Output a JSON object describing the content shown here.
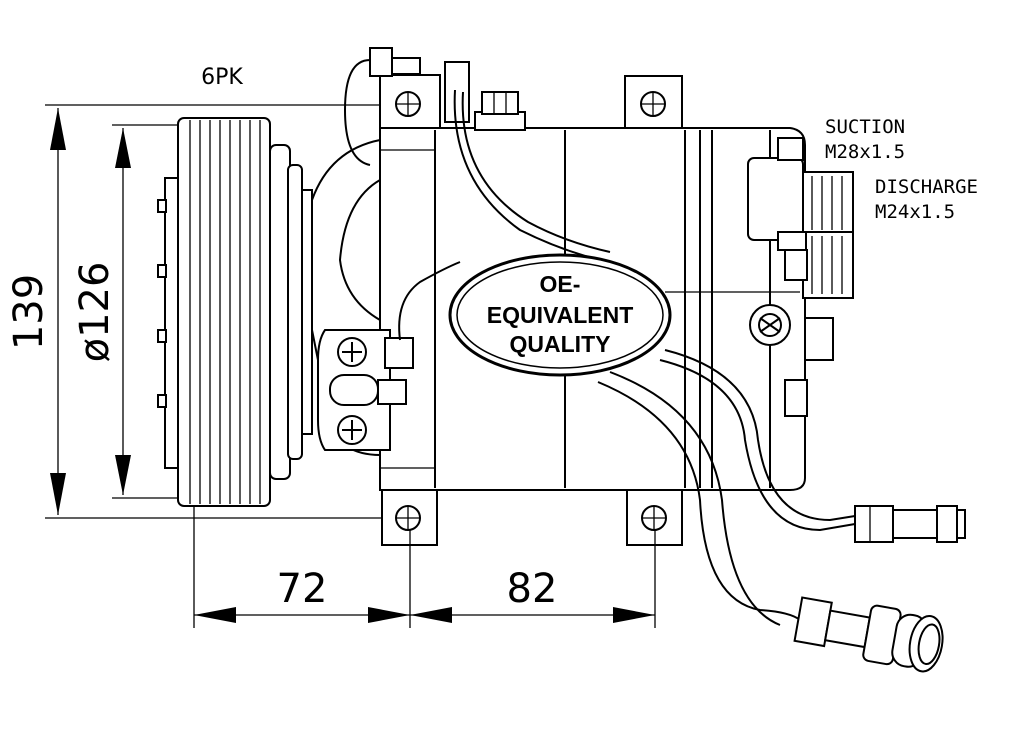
{
  "labels": {
    "belt": "6PK",
    "suction_title": "SUCTION",
    "suction_thread": "M28x1.5",
    "discharge_title": "DISCHARGE",
    "discharge_thread": "M24x1.5"
  },
  "dimensions": {
    "overall_height": "139",
    "pulley_diameter": "ø126",
    "pulley_to_mount": "72",
    "mount_spacing": "82"
  },
  "badge": {
    "line1": "OE-",
    "line2": "EQUIVALENT",
    "line3": "QUALITY"
  }
}
